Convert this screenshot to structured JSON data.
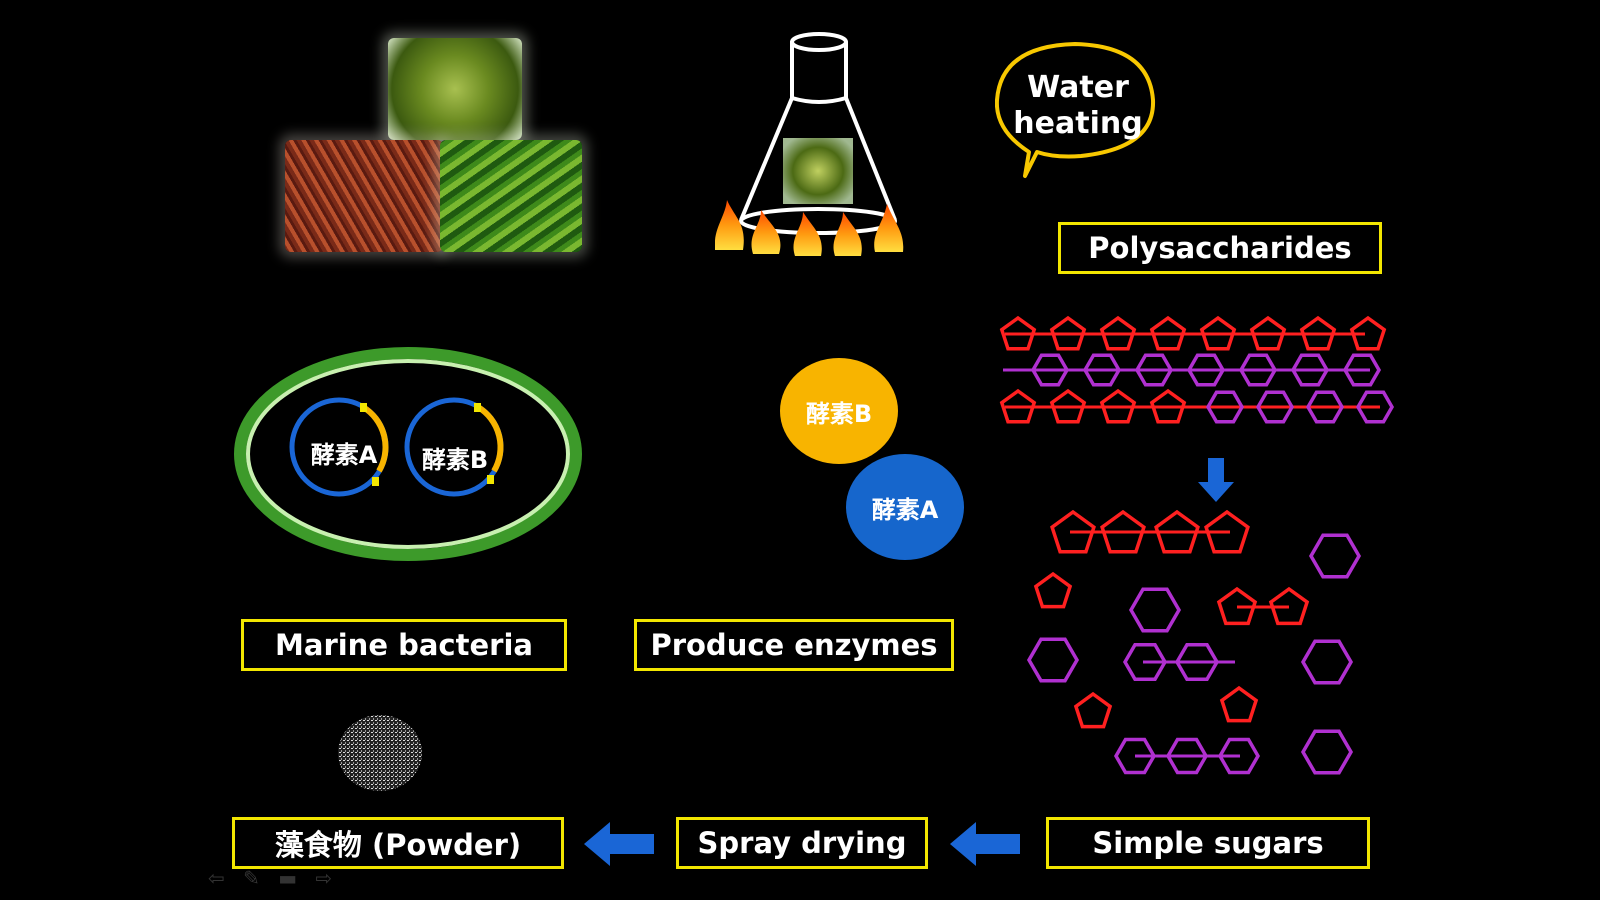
{
  "labels": {
    "water_heating_line1": "Water",
    "water_heating_line2": "heating",
    "polysaccharides": "Polysaccharides",
    "marine_bacteria": "Marine bacteria",
    "produce_enzymes": "Produce enzymes",
    "simple_sugars": "Simple sugars",
    "spray_drying": "Spray drying",
    "powder": "藻食物 (Powder)",
    "enzyme_a": "酵素A",
    "enzyme_b": "酵素B"
  },
  "colors": {
    "label_border": "#f2e600",
    "pentagon": "#ff2020",
    "hexagon": "#b030d0",
    "arrow": "#1a66d6",
    "bacteria_outer": "#3d9a2a",
    "bacteria_inner": "#c8f0b0",
    "enzyme_a": "#1666cc",
    "enzyme_b": "#f8b400"
  },
  "icons": [
    "seaweed-photo",
    "flask-icon",
    "flame-icon",
    "speech-bubble",
    "bacteria-cell",
    "plasmid-ring",
    "powder-pile",
    "arrow-left-icon",
    "arrow-down-icon"
  ]
}
